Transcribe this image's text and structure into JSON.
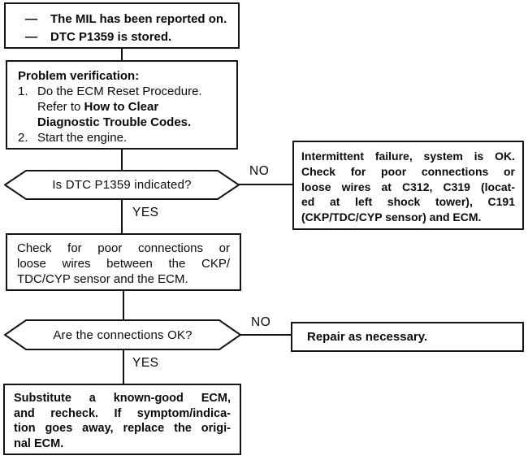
{
  "diagram": {
    "background_color": "#ffffff",
    "line_color": "#141414",
    "start_box": {
      "lines": [
        {
          "dash": "—",
          "text": "The MIL has been reported on."
        },
        {
          "dash": "—",
          "text": "DTC P1359 is stored."
        }
      ]
    },
    "verification_box": {
      "title": "Problem verification:",
      "steps": [
        {
          "num": "1.",
          "line1": "Do the ECM Reset Procedure.",
          "line2_normal": "Refer to ",
          "line2_bold": "How to Clear",
          "line3_bold": "Diagnostic Trouble Codes."
        },
        {
          "num": "2.",
          "line1": "Start the engine."
        }
      ]
    },
    "decision1": {
      "question": "Is DTC P1359 indicated?",
      "no_label": "NO",
      "yes_label": "YES"
    },
    "intermittent_box": {
      "lines": [
        "Intermittent failure, system is OK.",
        "Check for poor connections or",
        "loose wires at C312, C319 (locat-",
        "ed at left shock tower), C191",
        "(CKP/TDC/CYP sensor) and ECM."
      ]
    },
    "check_box": {
      "lines": [
        "Check for poor connections or",
        "loose wires between the CKP/",
        "TDC/CYP sensor and the ECM."
      ]
    },
    "decision2": {
      "question": "Are the connections OK?",
      "no_label": "NO",
      "yes_label": "YES"
    },
    "repair_box": {
      "text": "Repair as necessary."
    },
    "substitute_box": {
      "lines": [
        "Substitute a known-good ECM,",
        "and recheck. If symptom/indica-",
        "tion goes away, replace the origi-",
        "nal ECM."
      ]
    }
  }
}
